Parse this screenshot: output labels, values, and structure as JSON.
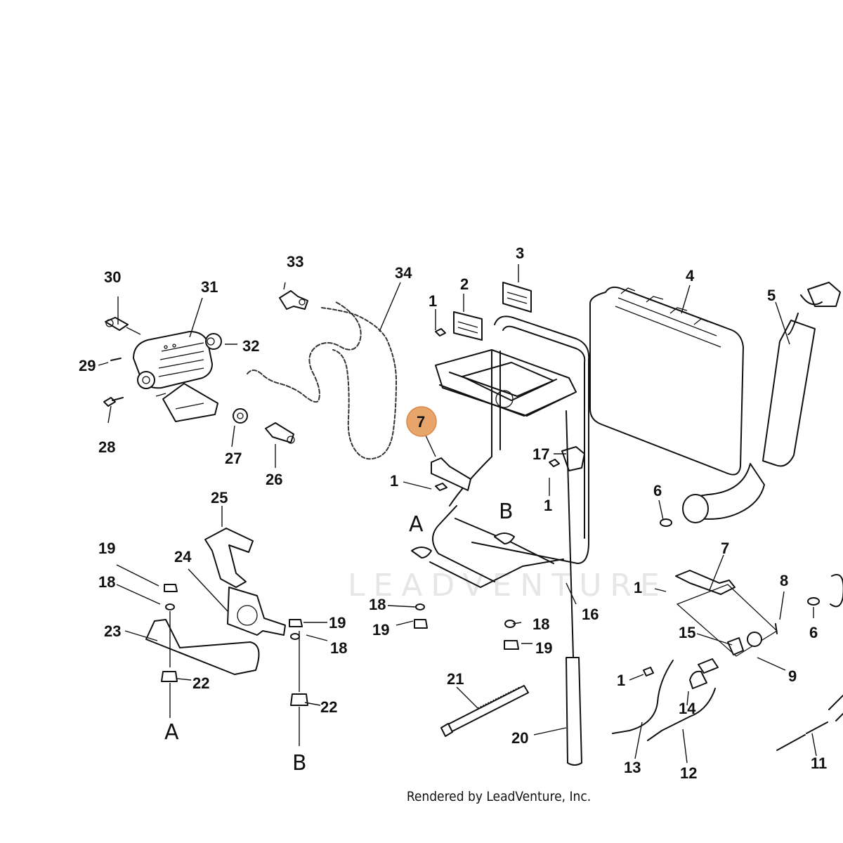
{
  "footer_text": "Rendered by LeadVenture, Inc.",
  "watermark_text": "LEADVENTURE",
  "highlight_color": "#e8a56b",
  "highlighted_callout": "7",
  "callouts": [
    {
      "id": "c30",
      "text": "30"
    },
    {
      "id": "c31",
      "text": "31"
    },
    {
      "id": "c33",
      "text": "33"
    },
    {
      "id": "c34",
      "text": "34"
    },
    {
      "id": "c32",
      "text": "32"
    },
    {
      "id": "c29",
      "text": "29"
    },
    {
      "id": "c28",
      "text": "28"
    },
    {
      "id": "c27",
      "text": "27"
    },
    {
      "id": "c26",
      "text": "26"
    },
    {
      "id": "c1a",
      "text": "1"
    },
    {
      "id": "c2",
      "text": "2"
    },
    {
      "id": "c3",
      "text": "3"
    },
    {
      "id": "c4",
      "text": "4"
    },
    {
      "id": "c5",
      "text": "5"
    },
    {
      "id": "c7a",
      "text": "7"
    },
    {
      "id": "c1b",
      "text": "1"
    },
    {
      "id": "c17",
      "text": "17"
    },
    {
      "id": "c1c",
      "text": "1"
    },
    {
      "id": "c6a",
      "text": "6"
    },
    {
      "id": "cA1",
      "text": "A"
    },
    {
      "id": "cB1",
      "text": "B"
    },
    {
      "id": "c16",
      "text": "16"
    },
    {
      "id": "c18a",
      "text": "18"
    },
    {
      "id": "c19a",
      "text": "19"
    },
    {
      "id": "c18b",
      "text": "18"
    },
    {
      "id": "c19b",
      "text": "19"
    },
    {
      "id": "c25",
      "text": "25"
    },
    {
      "id": "c19c",
      "text": "19"
    },
    {
      "id": "c18c",
      "text": "18"
    },
    {
      "id": "c24",
      "text": "24"
    },
    {
      "id": "c23",
      "text": "23"
    },
    {
      "id": "c22a",
      "text": "22"
    },
    {
      "id": "c22b",
      "text": "22"
    },
    {
      "id": "c19d",
      "text": "19"
    },
    {
      "id": "c18d",
      "text": "18"
    },
    {
      "id": "cA2",
      "text": "A"
    },
    {
      "id": "cB2",
      "text": "B"
    },
    {
      "id": "c21",
      "text": "21"
    },
    {
      "id": "c20",
      "text": "20"
    },
    {
      "id": "c7b",
      "text": "7"
    },
    {
      "id": "c1d",
      "text": "1"
    },
    {
      "id": "c8",
      "text": "8"
    },
    {
      "id": "c6b",
      "text": "6"
    },
    {
      "id": "c15",
      "text": "15"
    },
    {
      "id": "c9",
      "text": "9"
    },
    {
      "id": "c1e",
      "text": "1"
    },
    {
      "id": "c14",
      "text": "14"
    },
    {
      "id": "c13",
      "text": "13"
    },
    {
      "id": "c12",
      "text": "12"
    },
    {
      "id": "c11",
      "text": "11"
    }
  ]
}
